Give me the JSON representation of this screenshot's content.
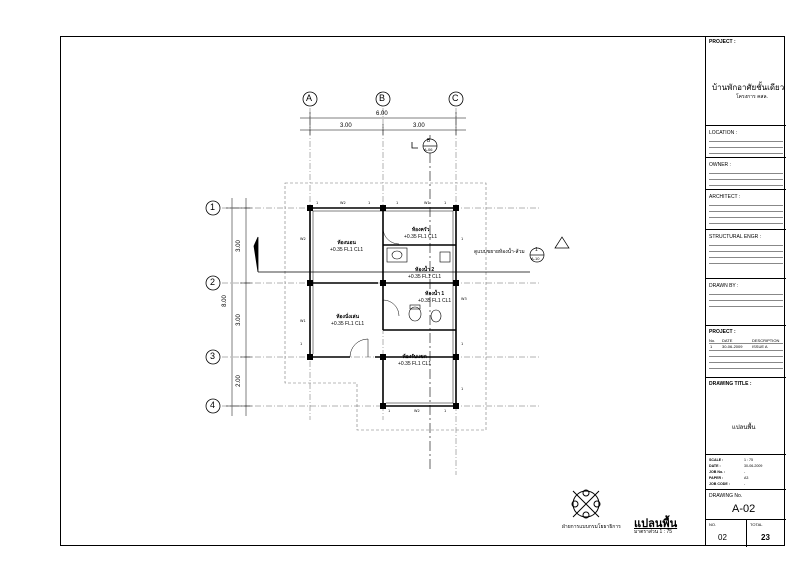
{
  "axes": {
    "columns": [
      "A",
      "B",
      "C"
    ],
    "rows": [
      "1",
      "2",
      "3",
      "4"
    ],
    "top_total": "6.00",
    "top_spans": [
      "3.00",
      "3.00"
    ],
    "left_total": "8.00",
    "left_spans": [
      "3.00",
      "3.00",
      "2.00"
    ]
  },
  "rooms": [
    {
      "name": "ห้องนอน",
      "level": "+0.35  FL1  CL1"
    },
    {
      "name": "ห้องครัว",
      "level": "+0.35  FL1  CL1"
    },
    {
      "name": "ห้องน้ำ 2",
      "level": "+0.35  FL1  CL1"
    },
    {
      "name": "ห้องน้ำ 1",
      "level": "+0.35  FL1  CL1"
    },
    {
      "name": "ห้องนั่งเล่น",
      "level": "+0.35  FL1  CL1"
    },
    {
      "name": "ห้องรับแขก",
      "level": "+0.35  FL1  CL1"
    }
  ],
  "section_marks": {
    "top": {
      "num": "B",
      "ref": "A-06"
    },
    "right": {
      "num": "1",
      "ref": "A-10"
    },
    "right_note": "ดูแบบขยายห้องน้ำ-ส้วม"
  },
  "title_block": {
    "project_label": "PROJECT :",
    "project_name": "บ้านพักอาศัยชั้นเดียว",
    "project_sub": "โครงการ  คสล.",
    "location_label": "LOCATION :",
    "owner_label": "OWNER :",
    "architect_label": "ARCHITECT :",
    "structural_label": "STRUCTURAL ENGR :",
    "drawn_label": "DRAWN BY :",
    "project2_label": "PROJECT :",
    "rev_headers": [
      "No.",
      "DATE",
      "DESCRIPTION"
    ],
    "rev_row": [
      "1",
      "30-06-2009",
      "ISSUE  A"
    ],
    "drawing_title_label": "DRAWING TITLE :",
    "drawing_title": "แปลนพื้น",
    "specs": [
      {
        "k": "SCALE :",
        "v": "1  :  75"
      },
      {
        "k": "DATE :",
        "v": "30-06-2009"
      },
      {
        "k": "JOB No. :",
        "v": "-"
      },
      {
        "k": "PAPER :",
        "v": "A3"
      },
      {
        "k": "JOB CODE :",
        "v": "-"
      }
    ],
    "drawing_no_label": "DRAWING No.",
    "drawing_no": "A-02",
    "no_label": "NO.",
    "total_label": "TOTAL",
    "sheet_no": "02",
    "total": "23"
  },
  "caption": {
    "title": "แปลนพื้น",
    "scale": "มาตราส่วน  1 : 75",
    "org": "ฝ่ายการแบบกรมโยธาธิการ"
  }
}
